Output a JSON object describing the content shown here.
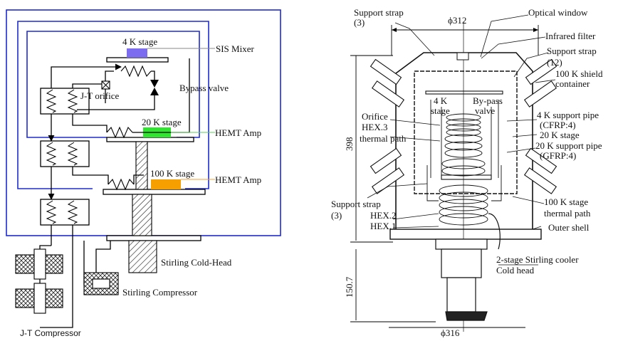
{
  "schematic": {
    "stage_4k": "4 K stage",
    "sis_mixer": "SIS Mixer",
    "jt_orifice": "J-T orifice",
    "bypass_valve": "Bypass valve",
    "stage_20k": "20 K stage",
    "hemt_amp_1": "HEMT Amp",
    "stage_100k": "100 K stage",
    "hemt_amp_2": "HEMT Amp",
    "stirling_cold_head": "Stirling Cold-Head",
    "stirling_compressor": "Stirling Compressor",
    "jt_compressor": "J-T Compressor",
    "colors": {
      "outer_shield": "#1f2bd0",
      "sis_mixer": "#7b6cf0",
      "hemt_20k": "#2ee62e",
      "hemt_100k": "#f5a000",
      "leader_20k": "#5ad15a",
      "leader_100k": "#f0a030"
    }
  },
  "drawing": {
    "support_strap_top_line1": "Support strap",
    "support_strap_top_line2": "(3)",
    "dim_top": "ϕ312",
    "optical_window": "Optical window",
    "infrared_filter": "Infrared filter",
    "support_strap_12_line1": "Support strap",
    "support_strap_12_line2": "(12)",
    "shield_100k_line1": "100 K shield",
    "shield_100k_line2": "container",
    "stage_4k_line1": "4 K",
    "stage_4k_line2": "stage",
    "bypass_line1": "By-pass",
    "bypass_line2": "valve",
    "orifice": "Orifice",
    "hex3": "HEX.3",
    "thermal_path": "thermal path",
    "support_pipe_4k_line1": "4 K support pipe",
    "support_pipe_4k_line2": "(CFRP:4)",
    "stage_20k": "20 K stage",
    "support_pipe_20k_line1": "20 K support pipe",
    "support_pipe_20k_line2": "(GFRP:4)",
    "dim_398": "398",
    "support_strap_bottom_line1": "Support strap",
    "support_strap_bottom_line2": "(3)",
    "hex2": "HEX.2",
    "hex1": "HEX.1",
    "stage_100k_line1": "100 K stage",
    "stage_100k_line2": "thermal path",
    "outer_shell": "Outer shell",
    "cooler_line1": "2-stage Stirling cooler",
    "cooler_line2": "Cold head",
    "dim_150": "150.7",
    "dim_bottom": "ϕ316"
  }
}
